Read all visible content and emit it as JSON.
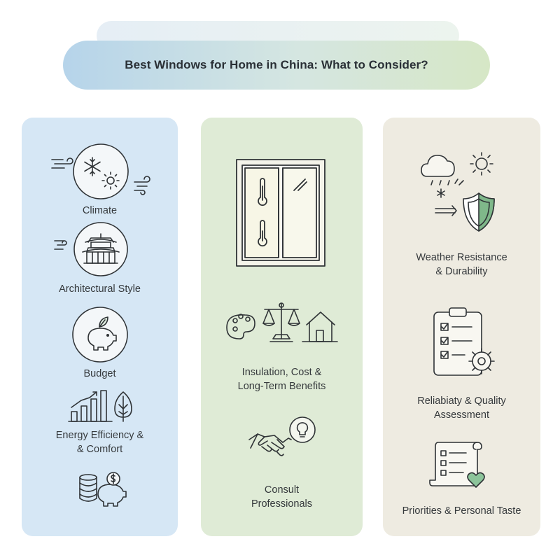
{
  "title": "Best Windows for Home in China: What to Consider?",
  "left_column": {
    "items": [
      {
        "label": "Climate",
        "icon": "climate-icon"
      },
      {
        "label": "Architectural Style",
        "icon": "pagoda-icon"
      },
      {
        "label": "Budget",
        "icon": "piggy-bank-icon"
      },
      {
        "label_line1": "Energy Efficiency &",
        "label_line2": "& Comfort",
        "icon": "energy-chart-icon"
      },
      {
        "icon": "coins-piggy-icon"
      }
    ]
  },
  "middle_column": {
    "items": [
      {
        "icon": "window-thermometer-icon"
      },
      {
        "label_line1": "Insulation, Cost &",
        "label_line2": "Long-Term Benefits",
        "icon": "balance-icon"
      },
      {
        "label_line1": "Consult",
        "label_line2": "Professionals",
        "icon": "handshake-icon"
      }
    ]
  },
  "right_column": {
    "items": [
      {
        "label_line1": "Weather Resistance",
        "label_line2": "& Durability",
        "icon": "weather-shield-icon"
      },
      {
        "label_line1": "Reliabiaty & Quality",
        "label_line2": "Assessment",
        "icon": "clipboard-gear-icon"
      },
      {
        "label": "Priorities & Personal Taste",
        "icon": "scroll-list-icon"
      }
    ]
  },
  "colors": {
    "left_panel": "#d6e7f5",
    "middle_panel": "#dfebd6",
    "right_panel": "#eeebe1",
    "shield_green": "#7fb88a",
    "heart_green": "#8cc49a"
  }
}
